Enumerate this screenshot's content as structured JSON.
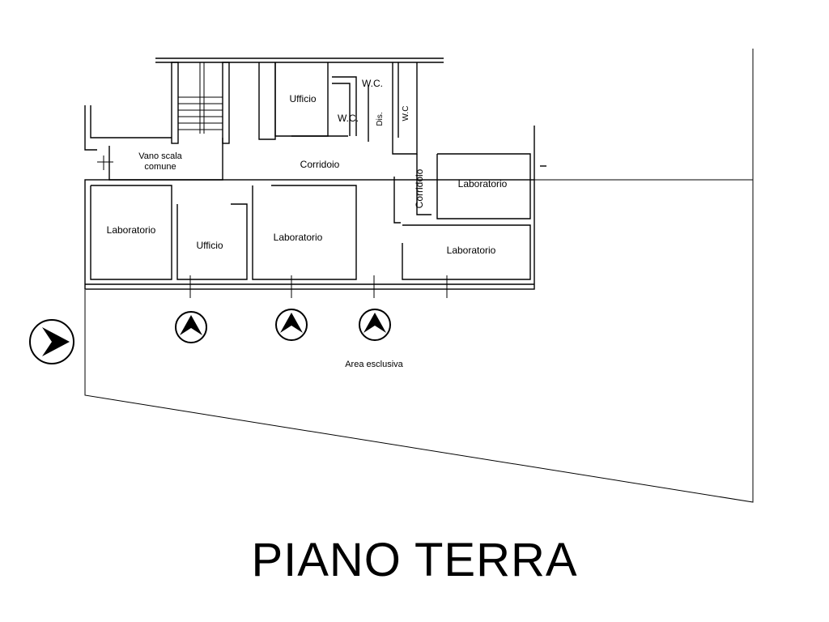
{
  "plan": {
    "title": "PIANO TERRA",
    "rooms": {
      "vano_scala_line1": "Vano scala",
      "vano_scala_line2": "comune",
      "ufficio_top": "Ufficio",
      "wc_1": "W.C.",
      "wc_2": "W.C.",
      "wc_3": "W.C",
      "dis": "Dis.",
      "corridoio_main": "Corridoio",
      "corridoio_side": "Corridoio",
      "laboratorio_left": "Laboratorio",
      "ufficio_bottom": "Ufficio",
      "laboratorio_center": "Laboratorio",
      "laboratorio_right_top": "Laboratorio",
      "laboratorio_right_bottom": "Laboratorio",
      "area_esclusiva": "Area esclusiva"
    },
    "markers": {
      "entrance_arrow": "entrance-arrow-icon",
      "north_arrow": "north-arrow-icon"
    }
  }
}
